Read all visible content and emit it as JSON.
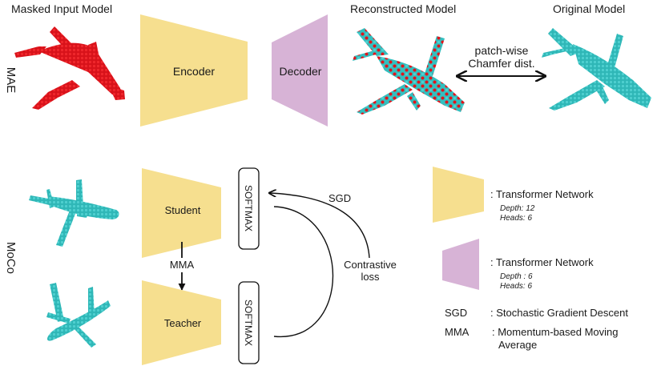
{
  "colors": {
    "encoder_yellow": "#f6df8f",
    "decoder_purple": "#d7b3d6",
    "cloud_red": "#e0141a",
    "cloud_cyan": "#33bfbf",
    "text": "#1a1a1a"
  },
  "rows": {
    "mae_label": "MAE",
    "moco_label": "MoCo"
  },
  "mae": {
    "masked_input_title": "Masked Input Model",
    "encoder_label": "Encoder",
    "decoder_label": "Decoder",
    "reconstructed_title": "Reconstructed Model",
    "original_title": "Original Model",
    "loss_label_line1": "patch-wise",
    "loss_label_line2": "Chamfer dist."
  },
  "moco": {
    "student_label": "Student",
    "teacher_label": "Teacher",
    "mma_label": "MMA",
    "softmax_top": "SOFTMAX",
    "softmax_bottom": "SOFTMAX",
    "sgd_label": "SGD",
    "contrastive_line1": "Contrastive",
    "contrastive_line2": "loss"
  },
  "legend": {
    "encoder_entry": {
      "title": ": Transformer Network",
      "depth": "Depth: 12",
      "heads": "Heads: 6"
    },
    "decoder_entry": {
      "title": ": Transformer Network",
      "depth": "Depth : 6",
      "heads": "Heads: 6"
    },
    "abbreviations": [
      {
        "abbr": "SGD",
        "desc": ": Stochastic Gradient Descent"
      },
      {
        "abbr": "MMA",
        "desc_line1": ": Momentum-based Moving",
        "desc_line2": "Average"
      }
    ]
  }
}
